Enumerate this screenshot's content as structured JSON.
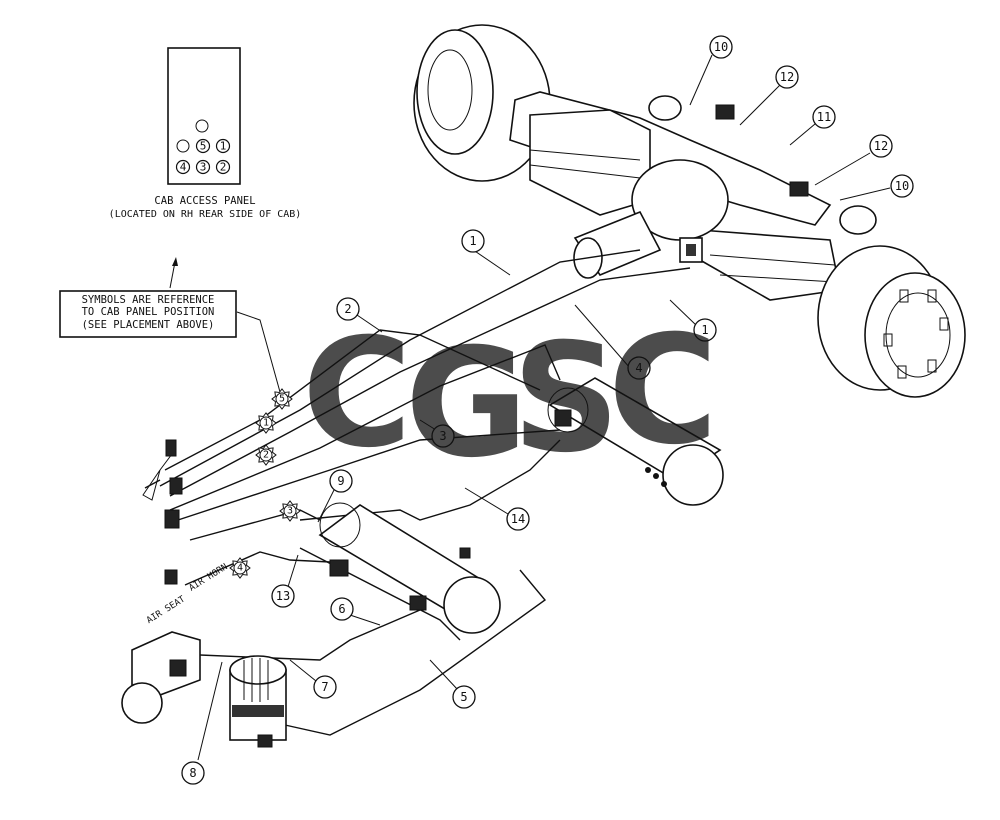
{
  "cab_panel": {
    "title": "CAB ACCESS PANEL",
    "subtitle": "(LOCATED ON RH REAR SIDE OF CAB)",
    "positions": [
      "5",
      "1",
      "4",
      "3",
      "2"
    ]
  },
  "note": {
    "line1": "SYMBOLS ARE REFERENCE",
    "line2": "TO CAB PANEL POSITION",
    "line3": "(SEE PLACEMENT ABOVE)"
  },
  "labels": {
    "air_horn": "AIR HORN",
    "air_seat": "AIR SEAT"
  },
  "symbols": [
    "5",
    "1",
    "2",
    "3",
    "4"
  ],
  "callouts": [
    "10",
    "12",
    "11",
    "12",
    "10",
    "1",
    "1",
    "2",
    "4",
    "3",
    "9",
    "14",
    "13",
    "6",
    "7",
    "5",
    "8"
  ],
  "watermark": {
    "letters": [
      "C",
      "G",
      "S",
      "C"
    ],
    "colors": [
      "#4f86f7",
      "#ea4335",
      "#fbbc05",
      "#34a853"
    ]
  }
}
